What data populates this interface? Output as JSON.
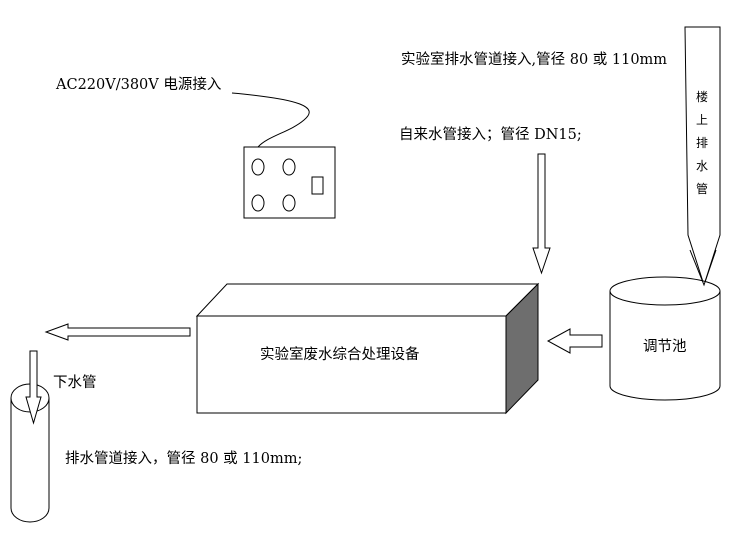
{
  "labels": {
    "power_input": "AC220V/380V 电源接入",
    "lab_drain_inlet": "实验室排水管道接入,管径 80 或 110mm",
    "tap_water_inlet": "自来水管接入；管径 DN15;",
    "equipment": "实验室废水综合处理设备",
    "equalization_tank": "调节池",
    "sewer_pipe": "下水管",
    "drain_outlet": "排水管道接入，管径 80 或 110mm;",
    "upstairs_drain_pipe": [
      "楼",
      "上",
      "排",
      "水",
      "管"
    ]
  },
  "colors": {
    "stroke": "#000000",
    "background": "#ffffff"
  }
}
